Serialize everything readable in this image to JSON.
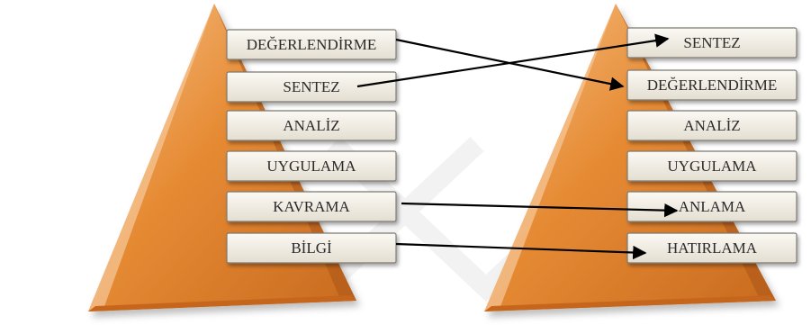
{
  "diagram": {
    "left_pyramid": {
      "levels": [
        "DEĞERLENDİRME",
        "SENTEZ",
        "ANALİZ",
        "UYGULAMA",
        "KAVRAMA",
        "BİLGİ"
      ]
    },
    "right_pyramid": {
      "levels": [
        "SENTEZ",
        "DEĞERLENDİRME",
        "ANALİZ",
        "UYGULAMA",
        "ANLAMA",
        "HATIRLAMA"
      ]
    },
    "mappings": [
      {
        "from": "DEĞERLENDİRME",
        "to": "DEĞERLENDİRME"
      },
      {
        "from": "SENTEZ",
        "to": "SENTEZ"
      },
      {
        "from": "KAVRAMA",
        "to": "ANLAMA"
      },
      {
        "from": "BİLGİ",
        "to": "HATIRLAMA"
      }
    ],
    "colors": {
      "pyramid_face": "#e58a32",
      "pyramid_light": "#f3b46e",
      "pyramid_dark": "#b9601a",
      "box_fill": "#f1ede4",
      "box_border": "#7e7a72",
      "arrow": "#000000",
      "watermark": "#f3f3f3"
    }
  }
}
